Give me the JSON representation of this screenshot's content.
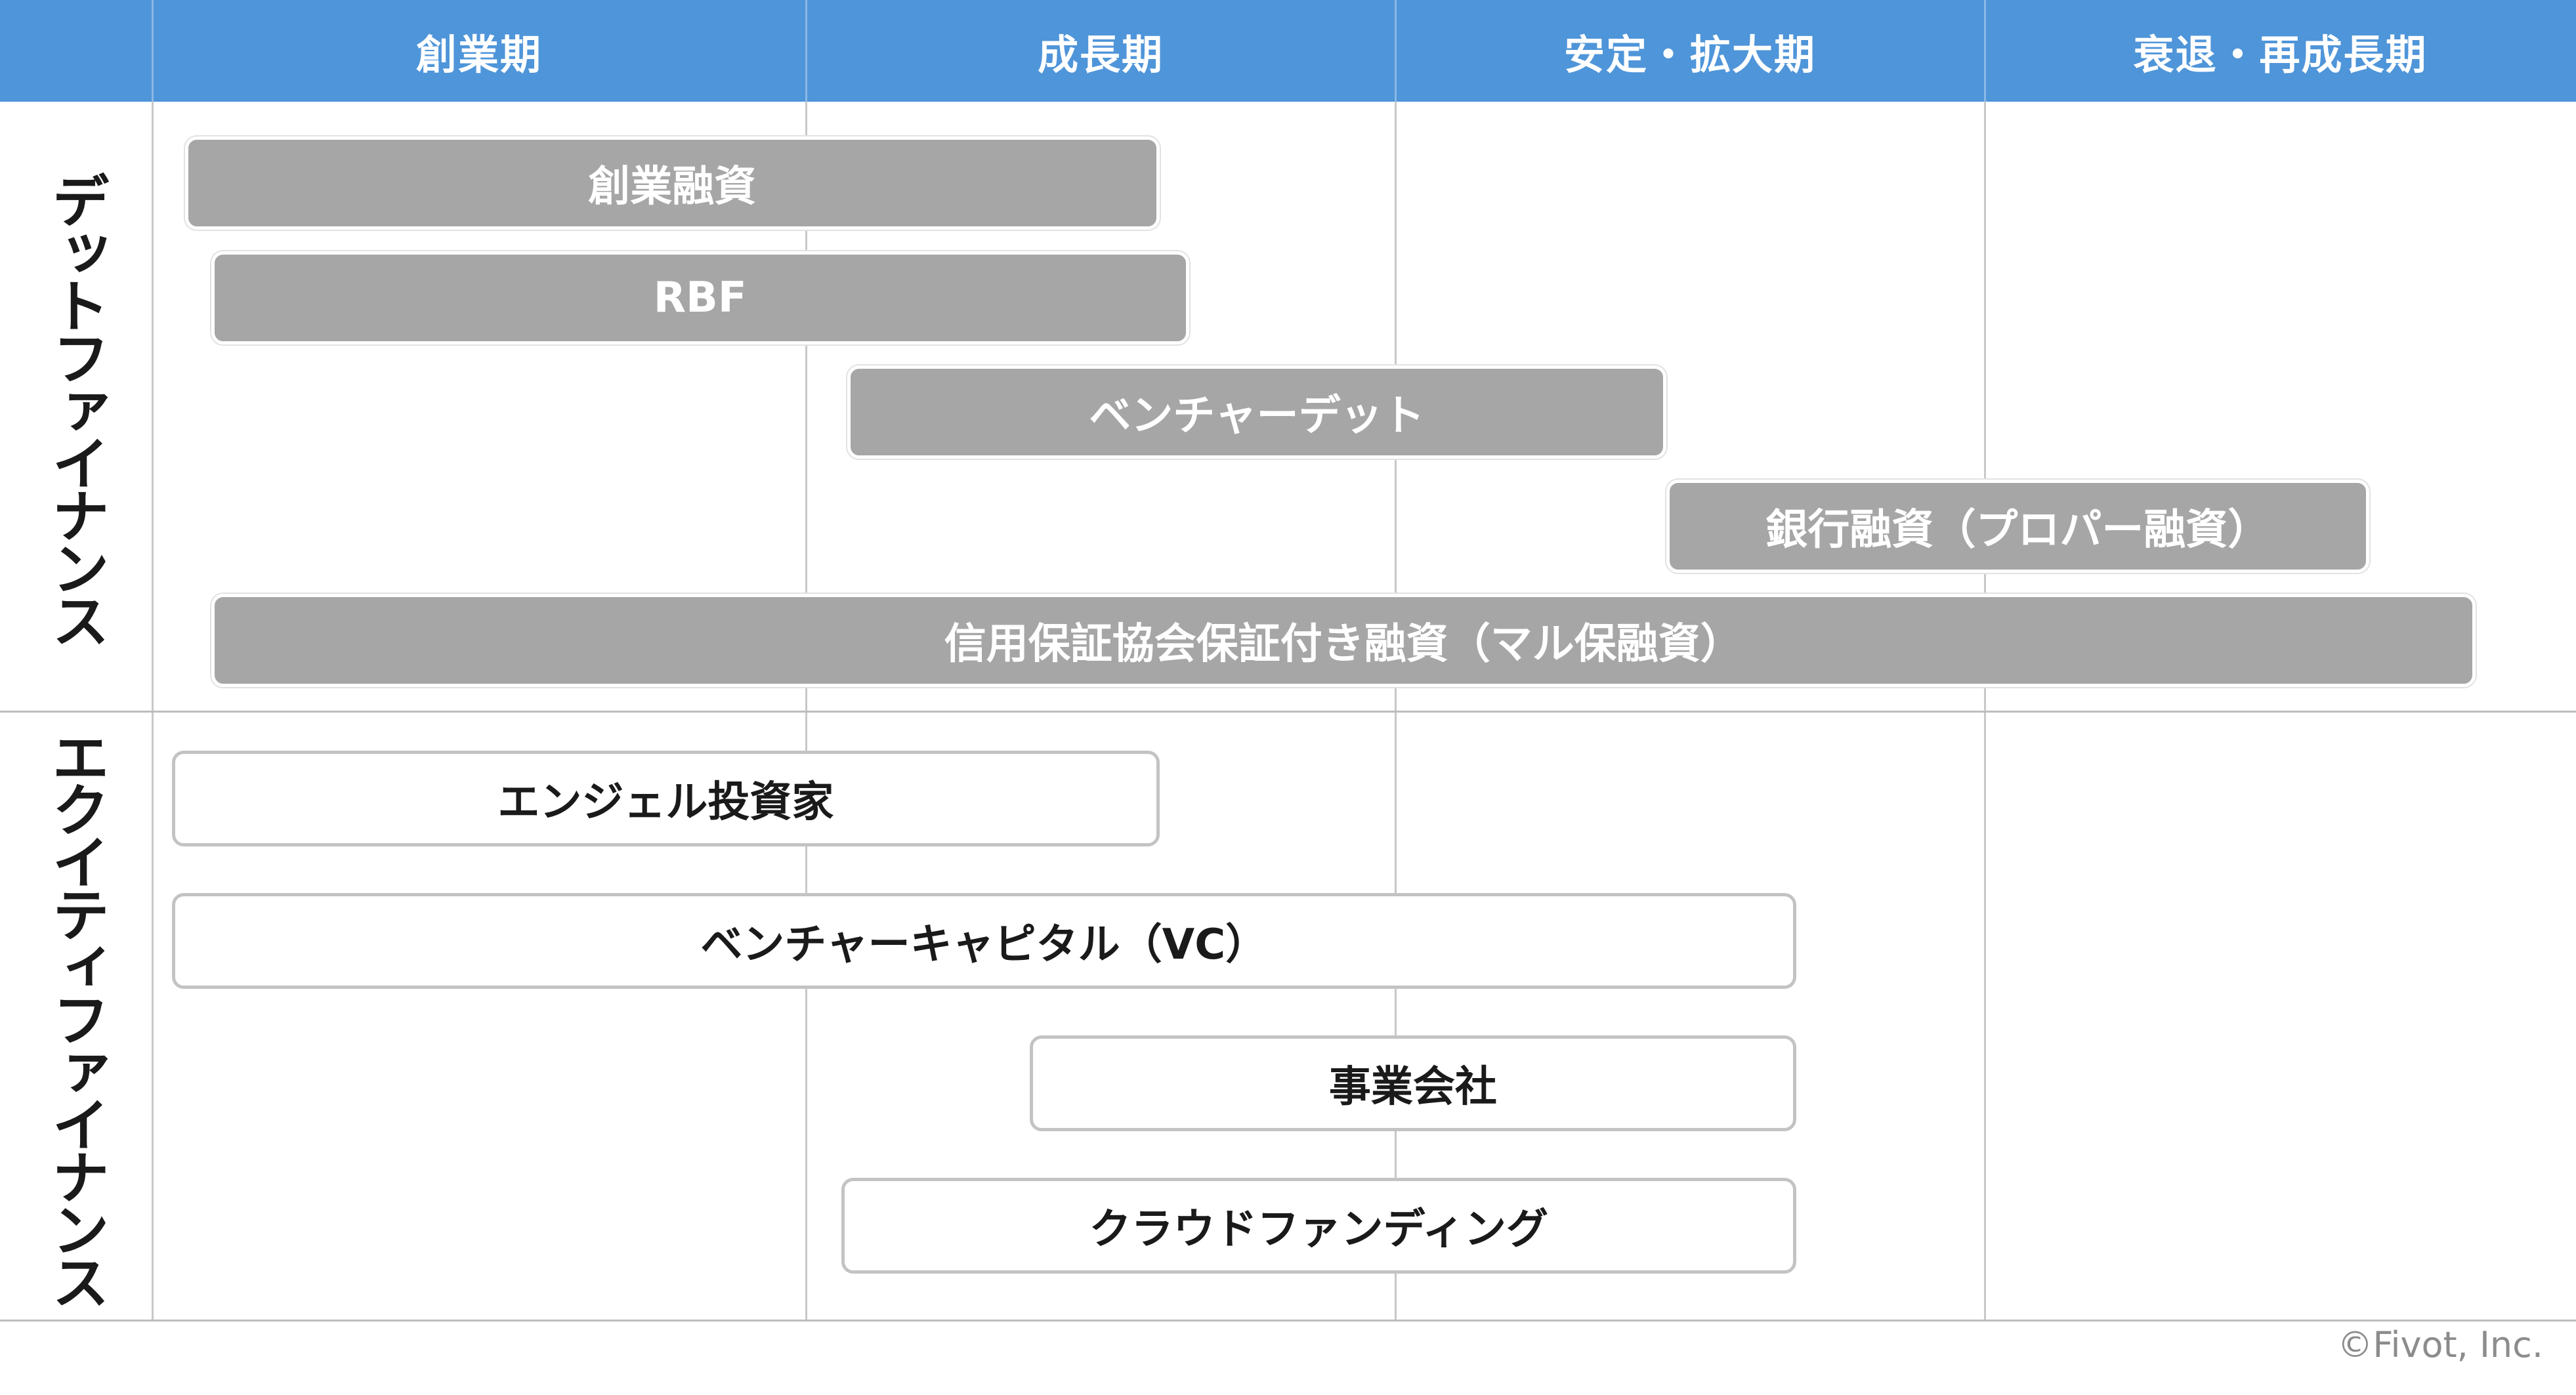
{
  "stages": [
    {
      "label": "創業期"
    },
    {
      "label": "成長期"
    },
    {
      "label": "安定・拡大期"
    },
    {
      "label": "衰退・再成長期"
    }
  ],
  "rows": [
    {
      "label": "デットファイナンス"
    },
    {
      "label": "エクイティファイナンス"
    }
  ],
  "debt_financing": [
    {
      "label": "創業融資",
      "start_stage": 1.05,
      "end_stage": 2.6
    },
    {
      "label": "RBF",
      "start_stage": 1.09,
      "end_stage": 2.65
    },
    {
      "label": "ベンチャーデット",
      "start_stage": 2.07,
      "end_stage": 3.46
    },
    {
      "label": "銀行融資（プロパー融資）",
      "start_stage": 3.46,
      "end_stage": 4.65
    },
    {
      "label": "信用保証協会保証付き融資（マル保融資）",
      "start_stage": 1.09,
      "end_stage": 4.83
    }
  ],
  "equity_financing": [
    {
      "label": "エンジェル投資家",
      "start_stage": 1.03,
      "end_stage": 2.6
    },
    {
      "label": "ベンチャーキャピタル（VC）",
      "start_stage": 1.03,
      "end_stage": 3.68
    },
    {
      "label": "事業会社",
      "start_stage": 2.38,
      "end_stage": 3.68
    },
    {
      "label": "クラウドファンディング",
      "start_stage": 2.06,
      "end_stage": 3.68
    }
  ],
  "colors": {
    "header": "#4f95d9",
    "debt_bar": "#a6a6a6",
    "equity_border": "#c3c3c3",
    "grid": "#c8c8c8"
  },
  "copyright": "©Fivot, Inc."
}
